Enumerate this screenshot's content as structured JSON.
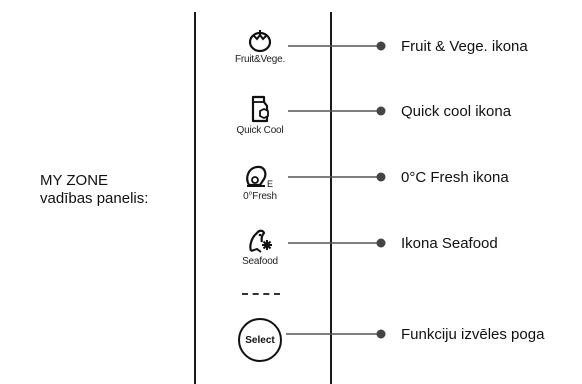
{
  "panel_label": {
    "line1": "MY ZONE",
    "line2": "vadības panelis:"
  },
  "icons": [
    {
      "caption": "Fruit&Vege.",
      "icon": "tomato-icon"
    },
    {
      "caption": "Quick Cool",
      "icon": "quick-cool-icon"
    },
    {
      "caption": "0°Fresh",
      "icon": "meat-icon"
    },
    {
      "caption": "Seafood",
      "icon": "fish-icon"
    }
  ],
  "divider_text": "---------",
  "select_button": {
    "label": "Select"
  },
  "callouts": [
    "Fruit & Vege. ikona",
    "Quick cool ikona",
    "0°C Fresh ikona",
    "Ikona Seafood",
    "Funkciju izvēles poga"
  ]
}
